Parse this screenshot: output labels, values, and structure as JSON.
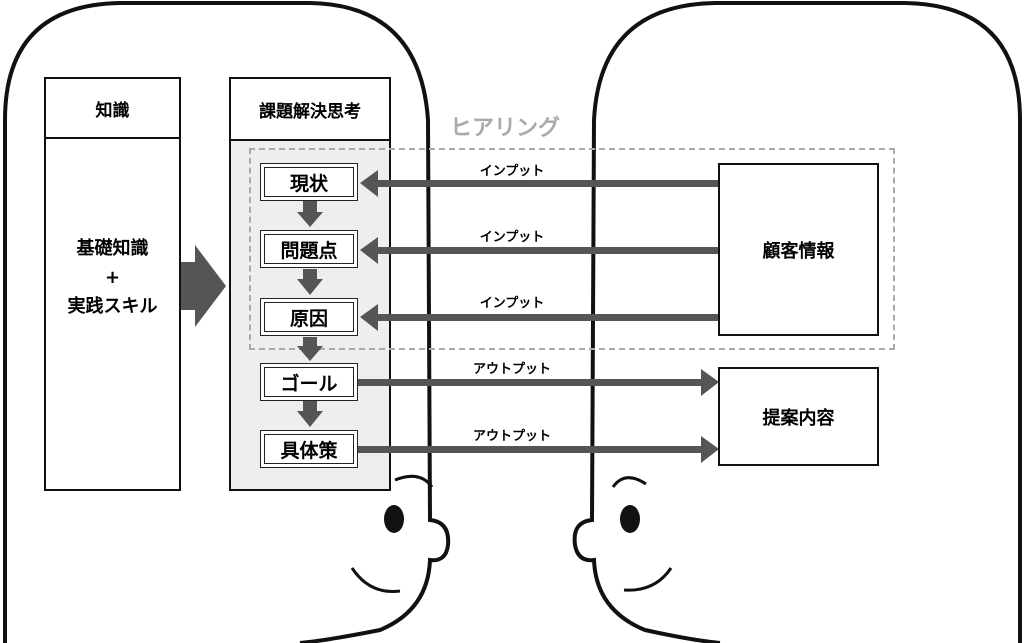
{
  "knowledge": {
    "title": "知識",
    "line1": "基礎知識",
    "plus": "+",
    "line2": "実践スキル"
  },
  "thinking": {
    "title": "課題解決思考",
    "steps": [
      "現状",
      "問題点",
      "原因",
      "ゴール",
      "具体策"
    ]
  },
  "hearing_label": "ヒアリング",
  "flows": {
    "input": "インプット",
    "output": "アウトプット"
  },
  "customer_info": "顧客情報",
  "proposal": "提案内容",
  "colors": {
    "arrow": "#555555",
    "hearing": "#aaaaaa",
    "panel": "#eeeeee"
  }
}
